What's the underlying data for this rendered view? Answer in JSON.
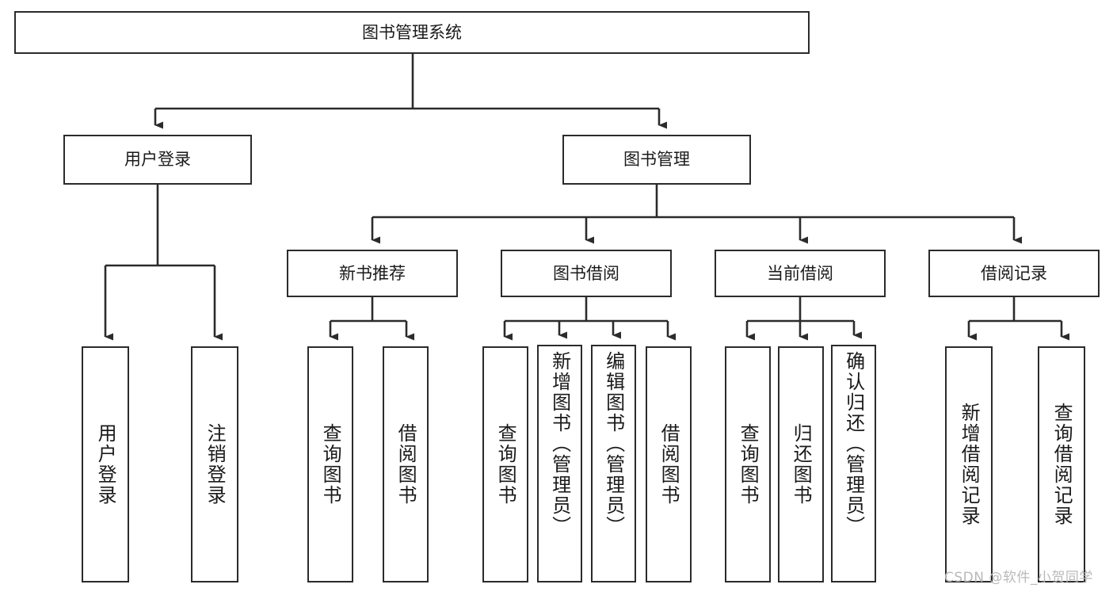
{
  "diagram": {
    "type": "hierarchy-tree",
    "title_node": {
      "id": "root",
      "label": "图书管理系统",
      "orientation": "horizontal"
    },
    "level2": [
      {
        "id": "user-login",
        "label": "用户登录",
        "orientation": "horizontal"
      },
      {
        "id": "book-management",
        "label": "图书管理",
        "orientation": "horizontal"
      }
    ],
    "level3": [
      {
        "id": "new-book-recommend",
        "label": "新书推荐",
        "orientation": "horizontal"
      },
      {
        "id": "book-borrow",
        "label": "图书借阅",
        "orientation": "horizontal"
      },
      {
        "id": "current-borrow",
        "label": "当前借阅",
        "orientation": "horizontal"
      },
      {
        "id": "borrow-record",
        "label": "借阅记录",
        "orientation": "horizontal"
      }
    ],
    "leaves": [
      {
        "id": "leaf-user-login",
        "label": "用户登录",
        "parent": "user-login",
        "orientation": "vertical"
      },
      {
        "id": "leaf-logout",
        "label": "注销登录",
        "parent": "user-login",
        "orientation": "vertical"
      },
      {
        "id": "leaf-query-book-1",
        "label": "查询图书",
        "parent": "new-book-recommend",
        "orientation": "vertical"
      },
      {
        "id": "leaf-borrow-book-1",
        "label": "借阅图书",
        "parent": "new-book-recommend",
        "orientation": "vertical"
      },
      {
        "id": "leaf-query-book-2",
        "label": "查询图书",
        "parent": "book-borrow",
        "orientation": "vertical"
      },
      {
        "id": "leaf-add-book",
        "label": "新增图书（管理员）",
        "parent": "book-borrow",
        "orientation": "vertical"
      },
      {
        "id": "leaf-edit-book",
        "label": "编辑图书（管理员）",
        "parent": "book-borrow",
        "orientation": "vertical"
      },
      {
        "id": "leaf-borrow-book-2",
        "label": "借阅图书",
        "parent": "book-borrow",
        "orientation": "vertical"
      },
      {
        "id": "leaf-query-book-3",
        "label": "查询图书",
        "parent": "current-borrow",
        "orientation": "vertical"
      },
      {
        "id": "leaf-return-book",
        "label": "归还图书",
        "parent": "current-borrow",
        "orientation": "vertical"
      },
      {
        "id": "leaf-confirm-return",
        "label": "确认归还（管理员）",
        "parent": "current-borrow",
        "orientation": "vertical"
      },
      {
        "id": "leaf-add-record",
        "label": "新增借阅记录",
        "parent": "borrow-record",
        "orientation": "vertical"
      },
      {
        "id": "leaf-query-record",
        "label": "查询借阅记录",
        "parent": "borrow-record",
        "orientation": "vertical"
      }
    ],
    "watermark": "CSDN @软件_小贺同学",
    "colors": {
      "border": "#2b2b2b",
      "text": "#1a1a1a",
      "background": "#ffffff",
      "watermark": "#b9b9b9"
    }
  }
}
